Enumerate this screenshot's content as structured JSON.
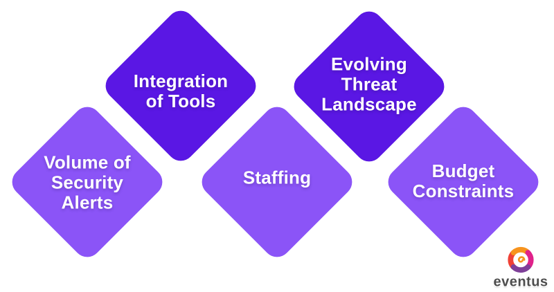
{
  "background_color": "#ffffff",
  "colors": {
    "dark_purple": "#5a17e4",
    "light_purple": "#8b54f7"
  },
  "diamonds": [
    {
      "label": "Integration\nof Tools",
      "tone": "dark"
    },
    {
      "label": "Evolving\nThreat\nLandscape",
      "tone": "dark"
    },
    {
      "label": "Volume of\nSecurity\nAlerts",
      "tone": "light"
    },
    {
      "label": "Staffing",
      "tone": "light"
    },
    {
      "label": "Budget\nConstraints",
      "tone": "light"
    }
  ],
  "logo": {
    "brand": "eventus",
    "icon": "swirl-logo-icon",
    "icon_colors": {
      "orange": "#f7941e",
      "pink": "#e0218a",
      "purple": "#7e3f98",
      "red": "#ef4136"
    },
    "text_color": "#4d4d4d"
  }
}
